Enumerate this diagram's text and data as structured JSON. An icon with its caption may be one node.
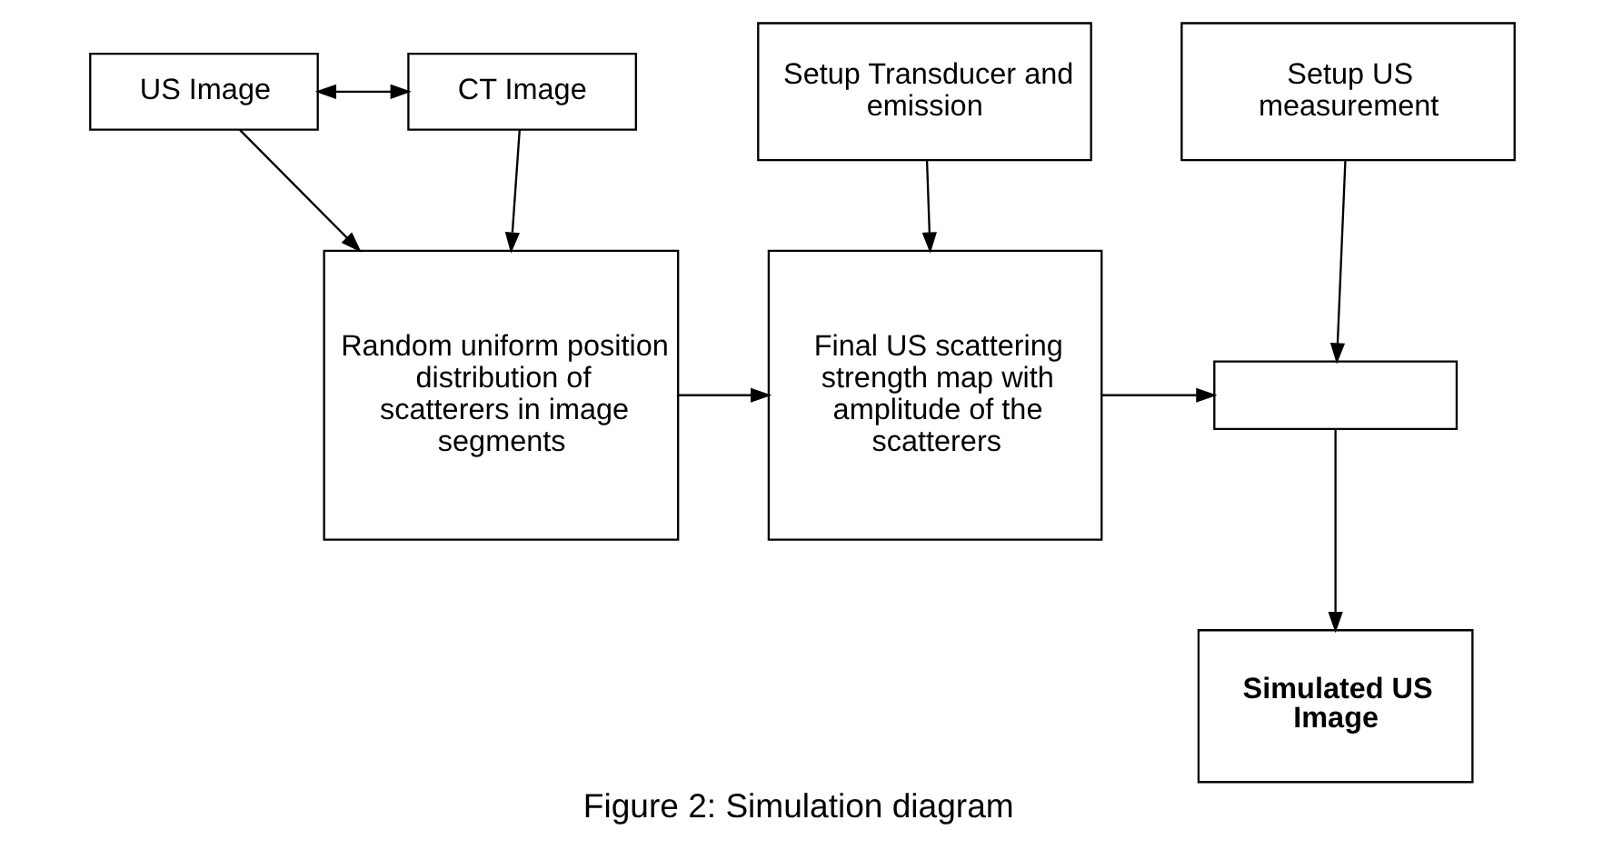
{
  "diagram": {
    "caption": "Figure 2: Simulation diagram",
    "nodes": [
      {
        "text": [
          "US Image"
        ]
      },
      {
        "text": [
          "CT Image"
        ]
      },
      {
        "text": [
          "Setup Transducer and emission"
        ]
      },
      {
        "text": [
          "Setup US measurement"
        ]
      },
      {
        "text": [
          "Random uniform position distribution of scatterers in image segments"
        ]
      },
      {
        "text": [
          "Final US scattering strength map with amplitude of the scatterers"
        ]
      },
      {
        "text": [],
        "shape": "box"
      },
      {
        "text": [
          "Simulated US Image"
        ]
      }
    ],
    "edges": [
      {
        "from": 0,
        "to": 1,
        "arrow": "both"
      },
      {
        "from": 0,
        "to": 4,
        "arrow": "to"
      },
      {
        "from": 1,
        "to": 4,
        "arrow": "to"
      },
      {
        "from": 2,
        "to": 5,
        "arrow": "to"
      },
      {
        "from": 4,
        "to": 5,
        "arrow": "to"
      },
      {
        "from": 5,
        "to": 6,
        "arrow": "to"
      },
      {
        "from": 3,
        "to": 6,
        "arrow": "to"
      },
      {
        "from": 6,
        "to": 7,
        "arrow": "to"
      }
    ]
  }
}
